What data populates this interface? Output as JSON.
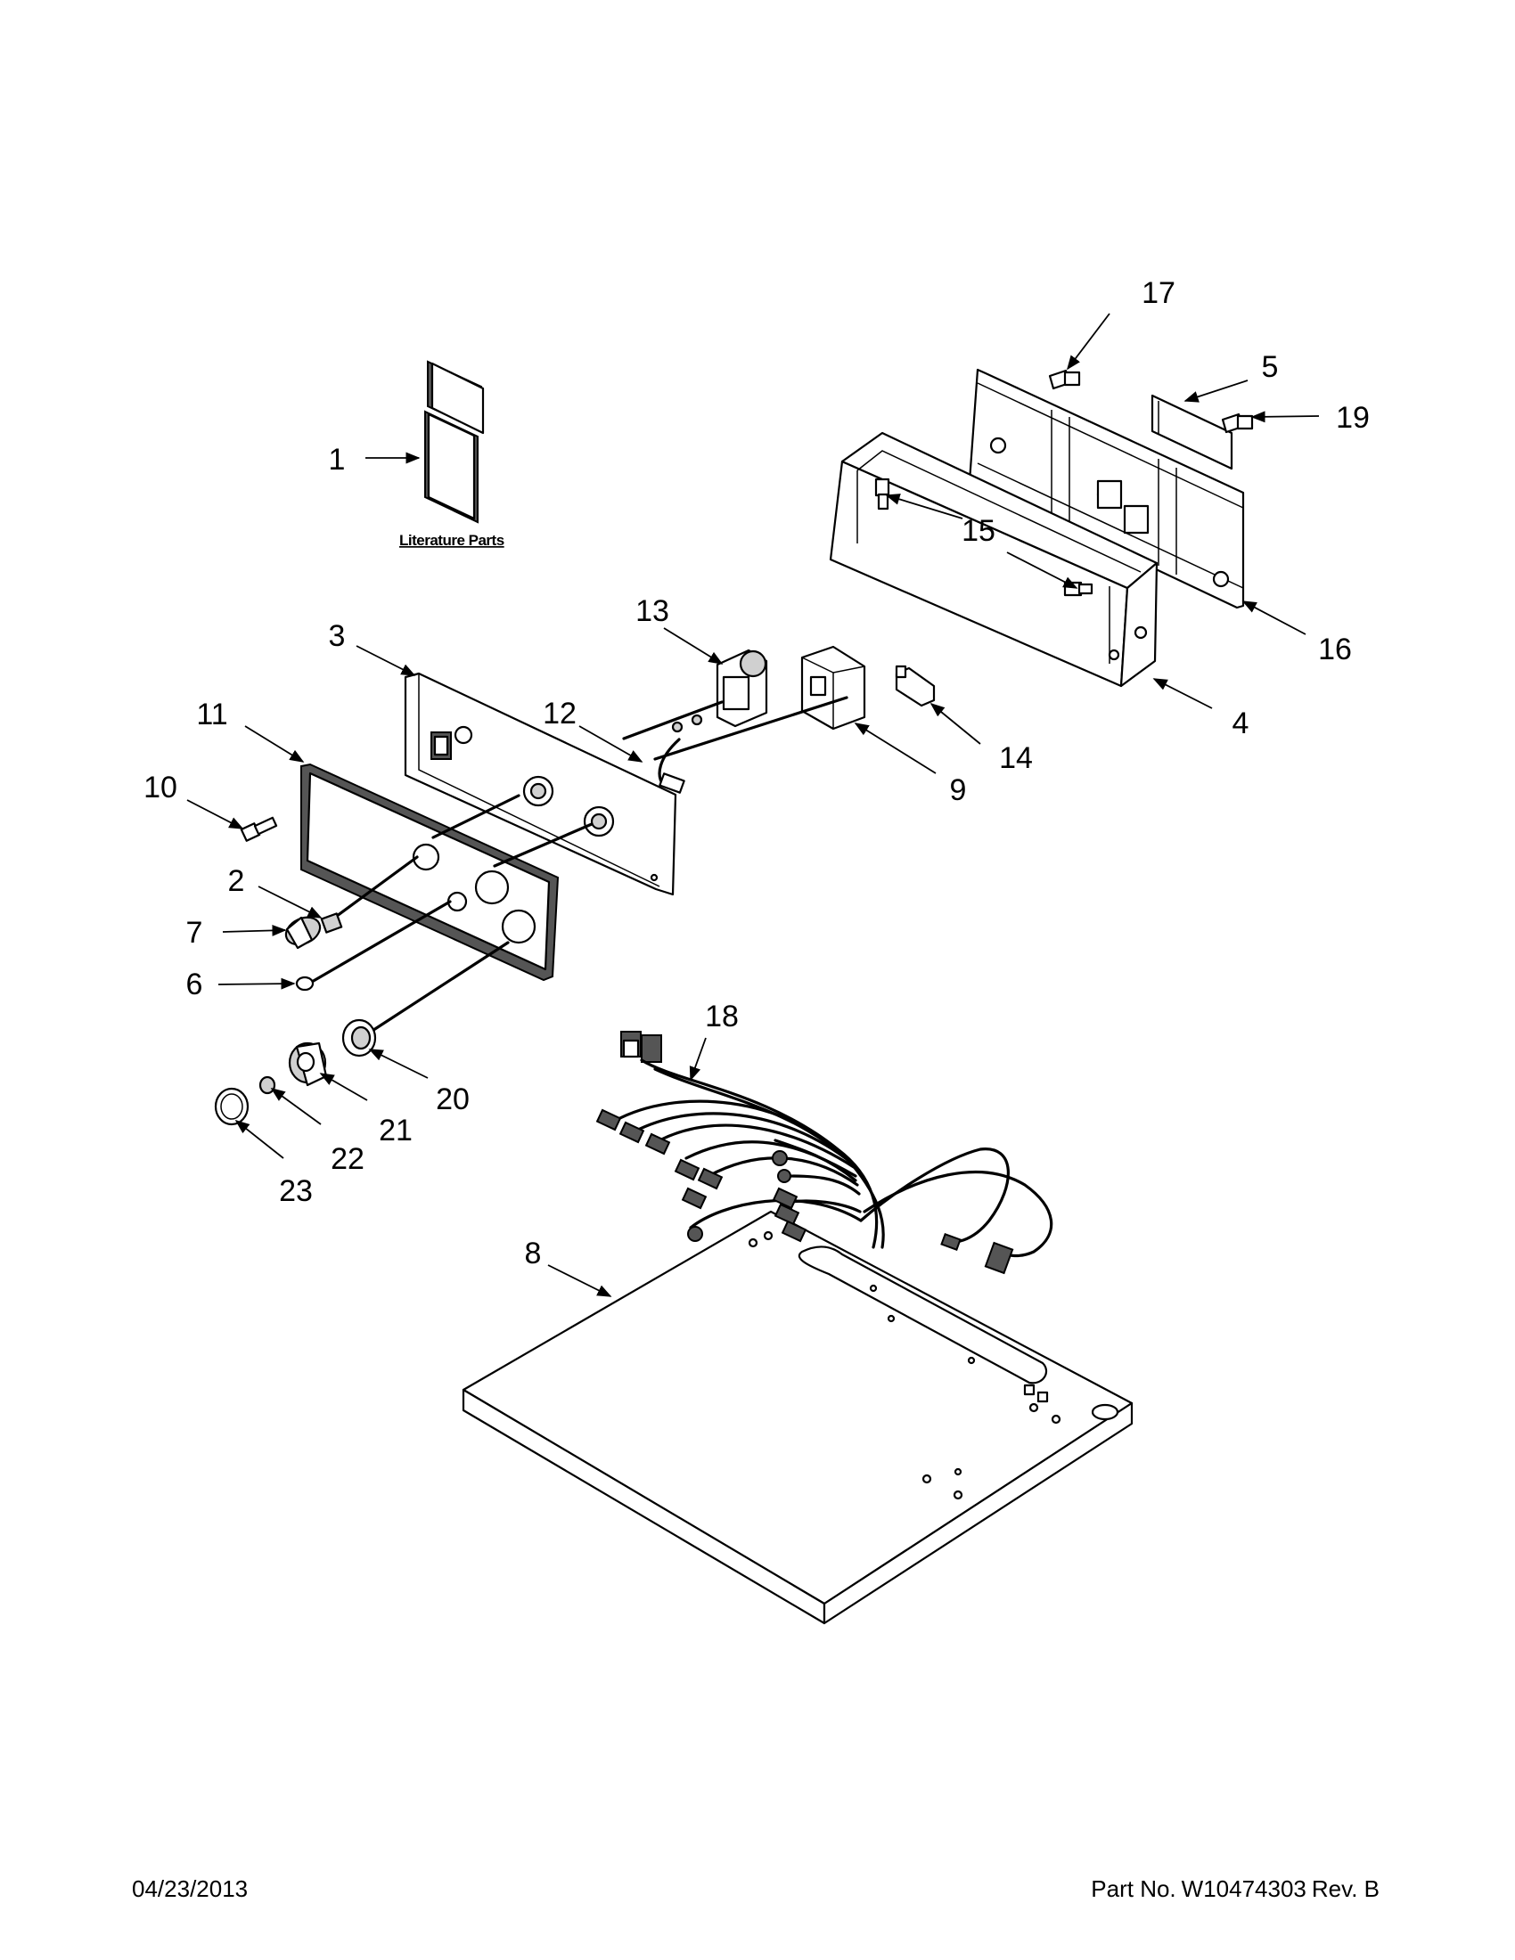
{
  "literature_label": "Literature Parts",
  "callouts": [
    {
      "id": "1",
      "label": "1"
    },
    {
      "id": "2",
      "label": "2"
    },
    {
      "id": "3",
      "label": "3"
    },
    {
      "id": "4",
      "label": "4"
    },
    {
      "id": "5",
      "label": "5"
    },
    {
      "id": "6",
      "label": "6"
    },
    {
      "id": "7",
      "label": "7"
    },
    {
      "id": "8",
      "label": "8"
    },
    {
      "id": "9",
      "label": "9"
    },
    {
      "id": "10",
      "label": "10"
    },
    {
      "id": "11",
      "label": "11"
    },
    {
      "id": "12",
      "label": "12"
    },
    {
      "id": "13",
      "label": "13"
    },
    {
      "id": "14",
      "label": "14"
    },
    {
      "id": "15",
      "label": "15"
    },
    {
      "id": "16",
      "label": "16"
    },
    {
      "id": "17",
      "label": "17"
    },
    {
      "id": "18",
      "label": "18"
    },
    {
      "id": "19",
      "label": "19"
    },
    {
      "id": "20",
      "label": "20"
    },
    {
      "id": "21",
      "label": "21"
    },
    {
      "id": "22",
      "label": "22"
    },
    {
      "id": "23",
      "label": "23"
    }
  ],
  "footer": {
    "date": "04/23/2013",
    "part_prefix": "Part No.",
    "part_number": "W10474303",
    "revision": "Rev. B"
  }
}
